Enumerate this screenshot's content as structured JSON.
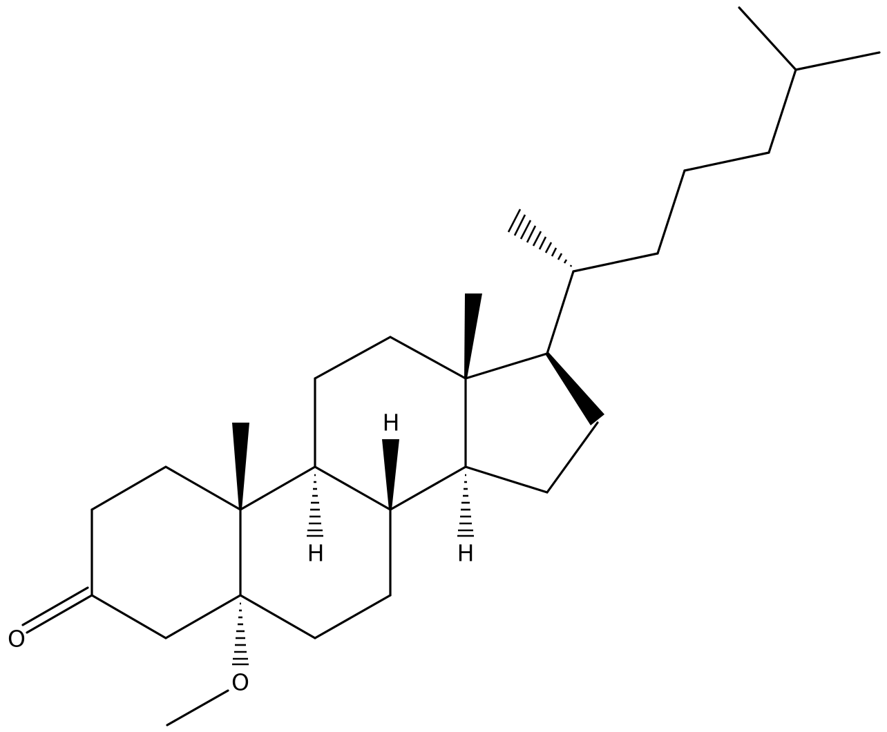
{
  "molecule": {
    "atom_labels": {
      "oxygen_carbonyl": "O",
      "oxygen_methoxy": "O",
      "hydrogen_c9": "H",
      "hydrogen_c8": "H",
      "hydrogen_c14": "H"
    }
  }
}
